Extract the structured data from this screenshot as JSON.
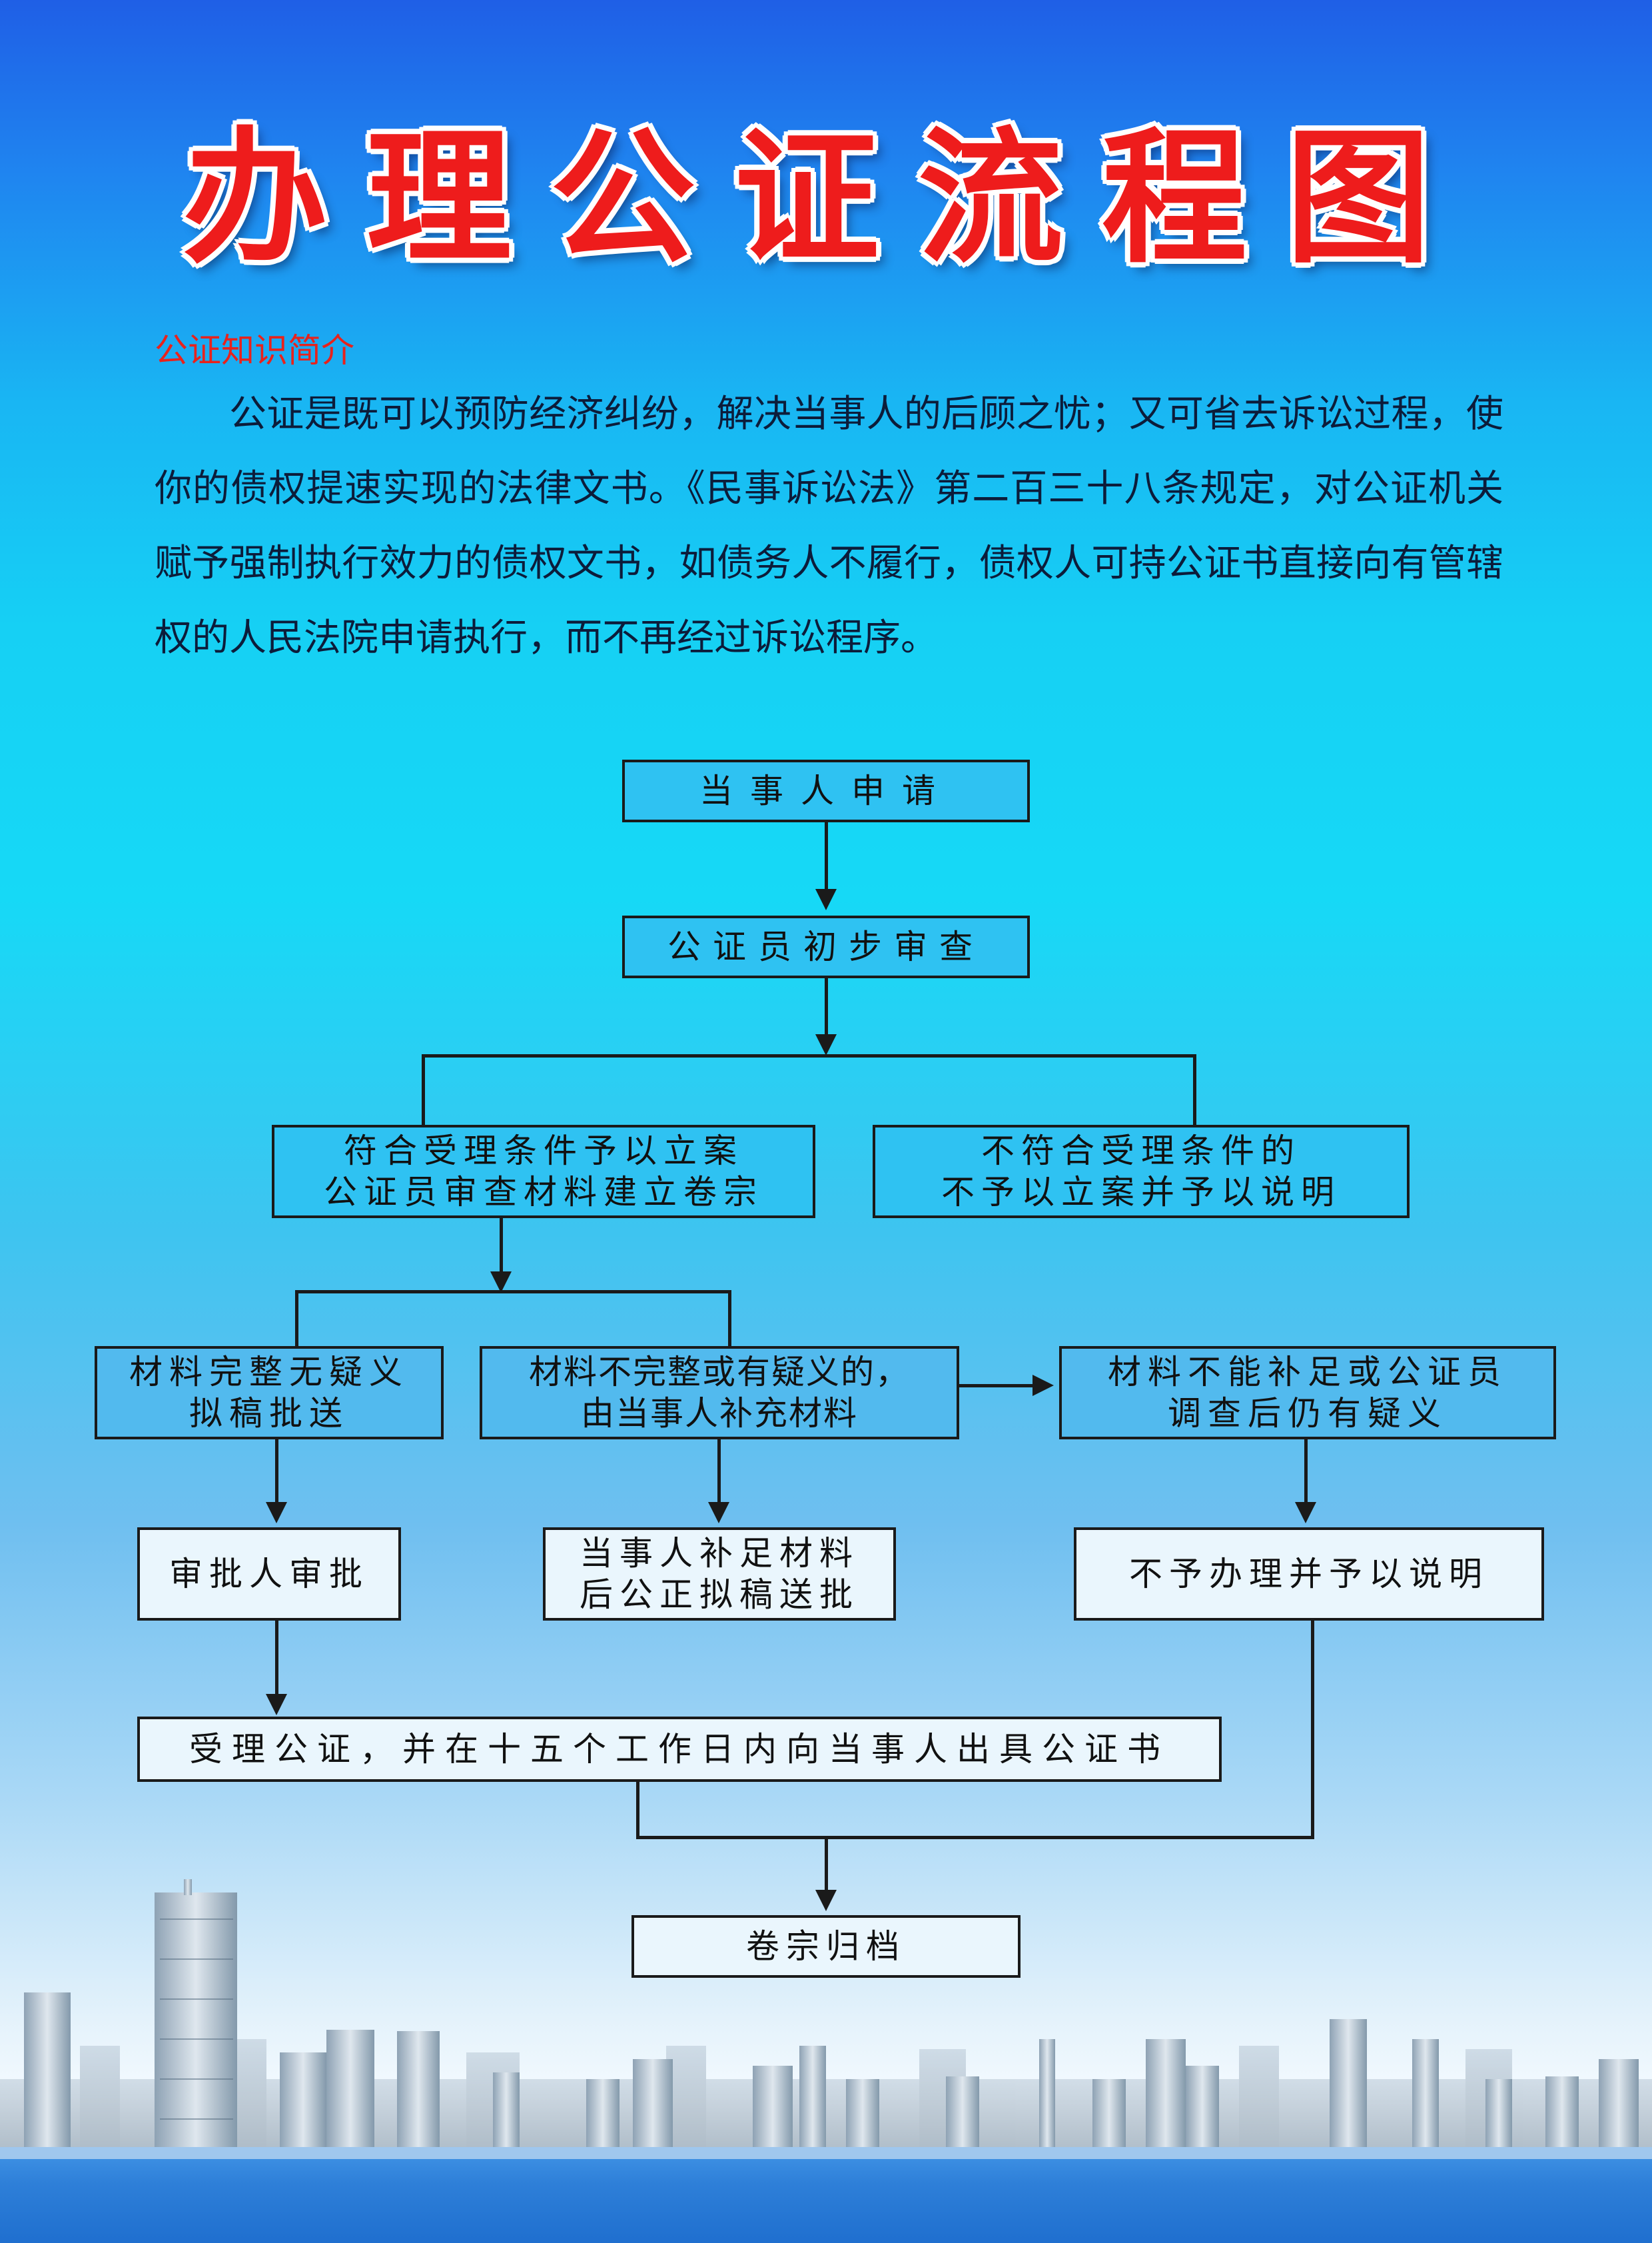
{
  "title": "办理公证流程图",
  "intro": {
    "heading": "公证知识简介",
    "text": "公证是既可以预防经济纠纷，解决当事人的后顾之忧；又可省去诉讼过程，使你的债权提速实现的法律文书。《民事诉讼法》第二百三十八条规定，对公证机关赋予强制执行效力的债权文书，如债务人不履行，债权人可持公证书直接向有管辖权的人民法院申请执行，而不再经过诉讼程序。"
  },
  "flow": {
    "apply": "当事人申请",
    "review": "公证员初步审查",
    "accept_1": "符合受理条件予以立案",
    "accept_2": "公证员审查材料建立卷宗",
    "reject_1": "不符合受理条件的",
    "reject_2": "不予以立案并予以说明",
    "complete_1": "材料完整无疑义",
    "complete_2": "拟稿批送",
    "incomplete_1": "材料不完整或有疑义的，",
    "incomplete_2": "由当事人补充材料",
    "doubt_1": "材料不能补足或公证员",
    "doubt_2": "调查后仍有疑义",
    "approver": "审批人审批",
    "supplement_1": "当事人补足材料",
    "supplement_2": "后公正拟稿送批",
    "refuse": "不予办理并予以说明",
    "issue": "受理公证，并在十五个工作日内向当事人出具公证书",
    "archive": "卷宗归档"
  }
}
